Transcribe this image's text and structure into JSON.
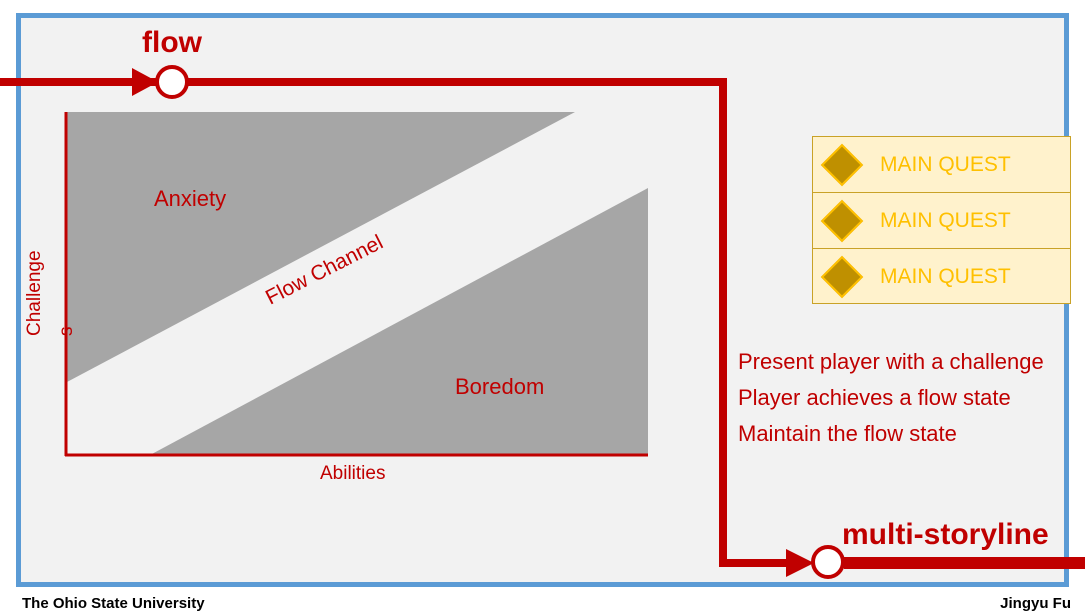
{
  "titles": {
    "flow": "flow",
    "multi_storyline": "multi-storyline"
  },
  "diagram": {
    "ylabel_line1": "Challenge",
    "ylabel_line2": "s",
    "xlabel": "Abilities",
    "anxiety": "Anxiety",
    "boredom": "Boredom",
    "flow_channel": "Flow Channel"
  },
  "quests": [
    {
      "label": "MAIN QUEST"
    },
    {
      "label": "MAIN QUEST"
    },
    {
      "label": "MAIN QUEST"
    }
  ],
  "steps": [
    "Present player with a challenge",
    "Player achieves a flow state",
    "Maintain the flow state"
  ],
  "footer": {
    "left": "The Ohio State University",
    "right": "Jingyu Fu"
  },
  "colors": {
    "accent": "#c00000",
    "frame": "#5b9bd5",
    "background": "#f2f2f2",
    "region": "#a6a6a6",
    "quest_fill": "#fff2cc",
    "quest_text": "#ffc000",
    "diamond": "#bf9000"
  }
}
